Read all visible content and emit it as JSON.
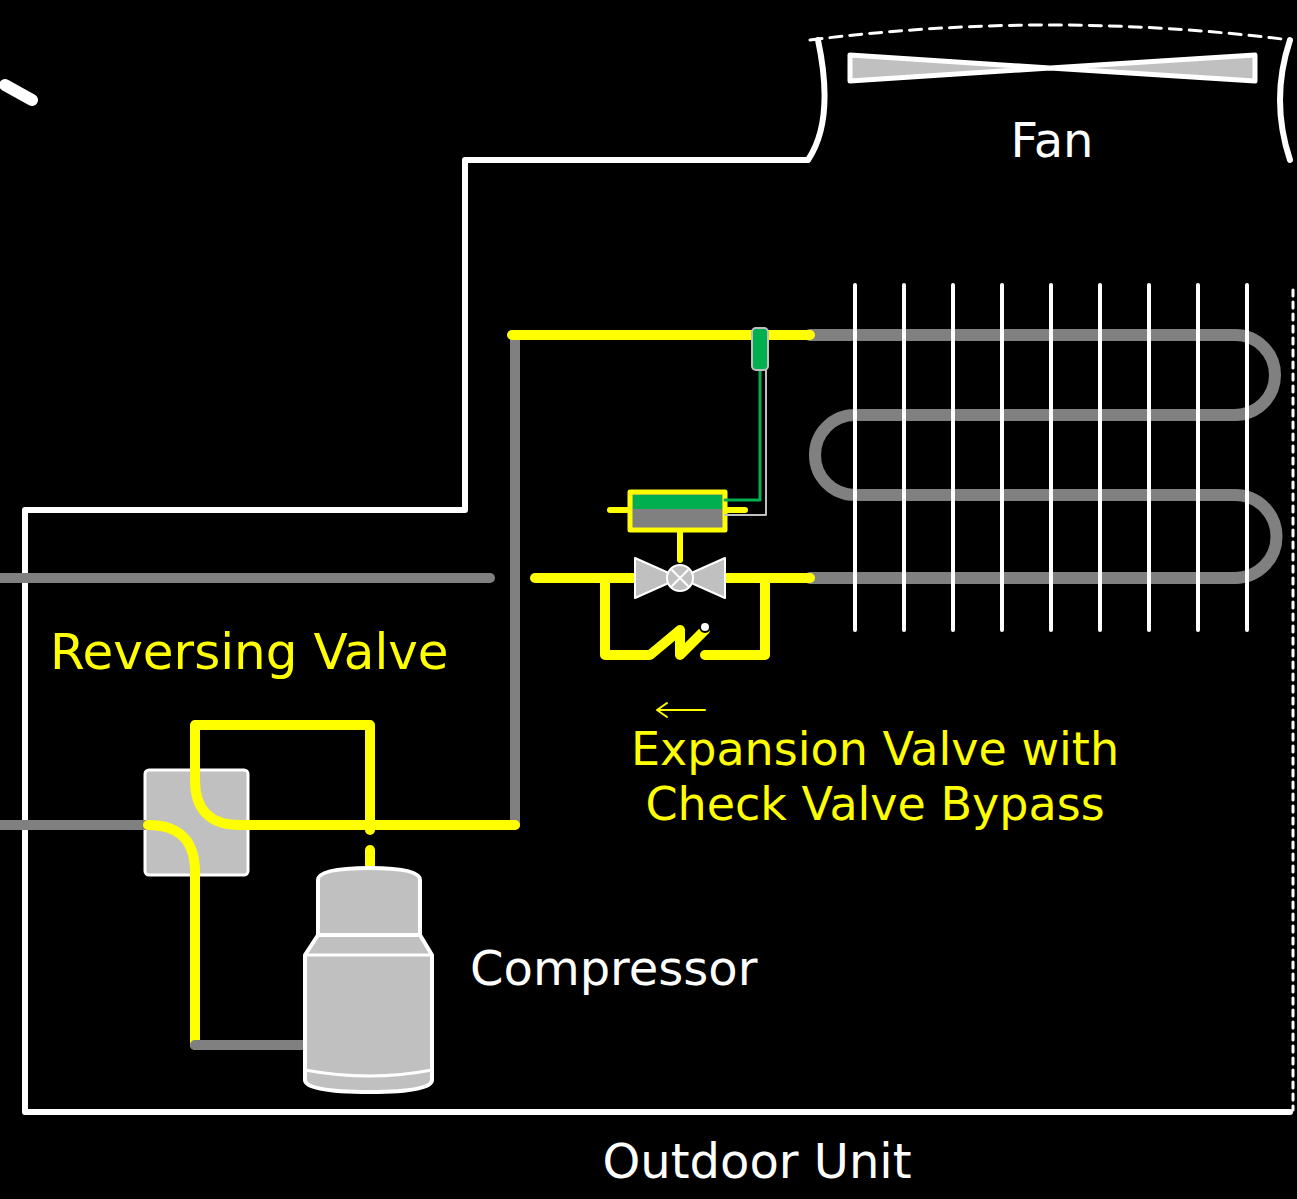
{
  "diagram": {
    "labels": [
      "Fan",
      "Reversing Valve",
      "Expansion Valve with Check Valve Bypass",
      "Compressor",
      "Outdoor Unit"
    ]
  }
}
